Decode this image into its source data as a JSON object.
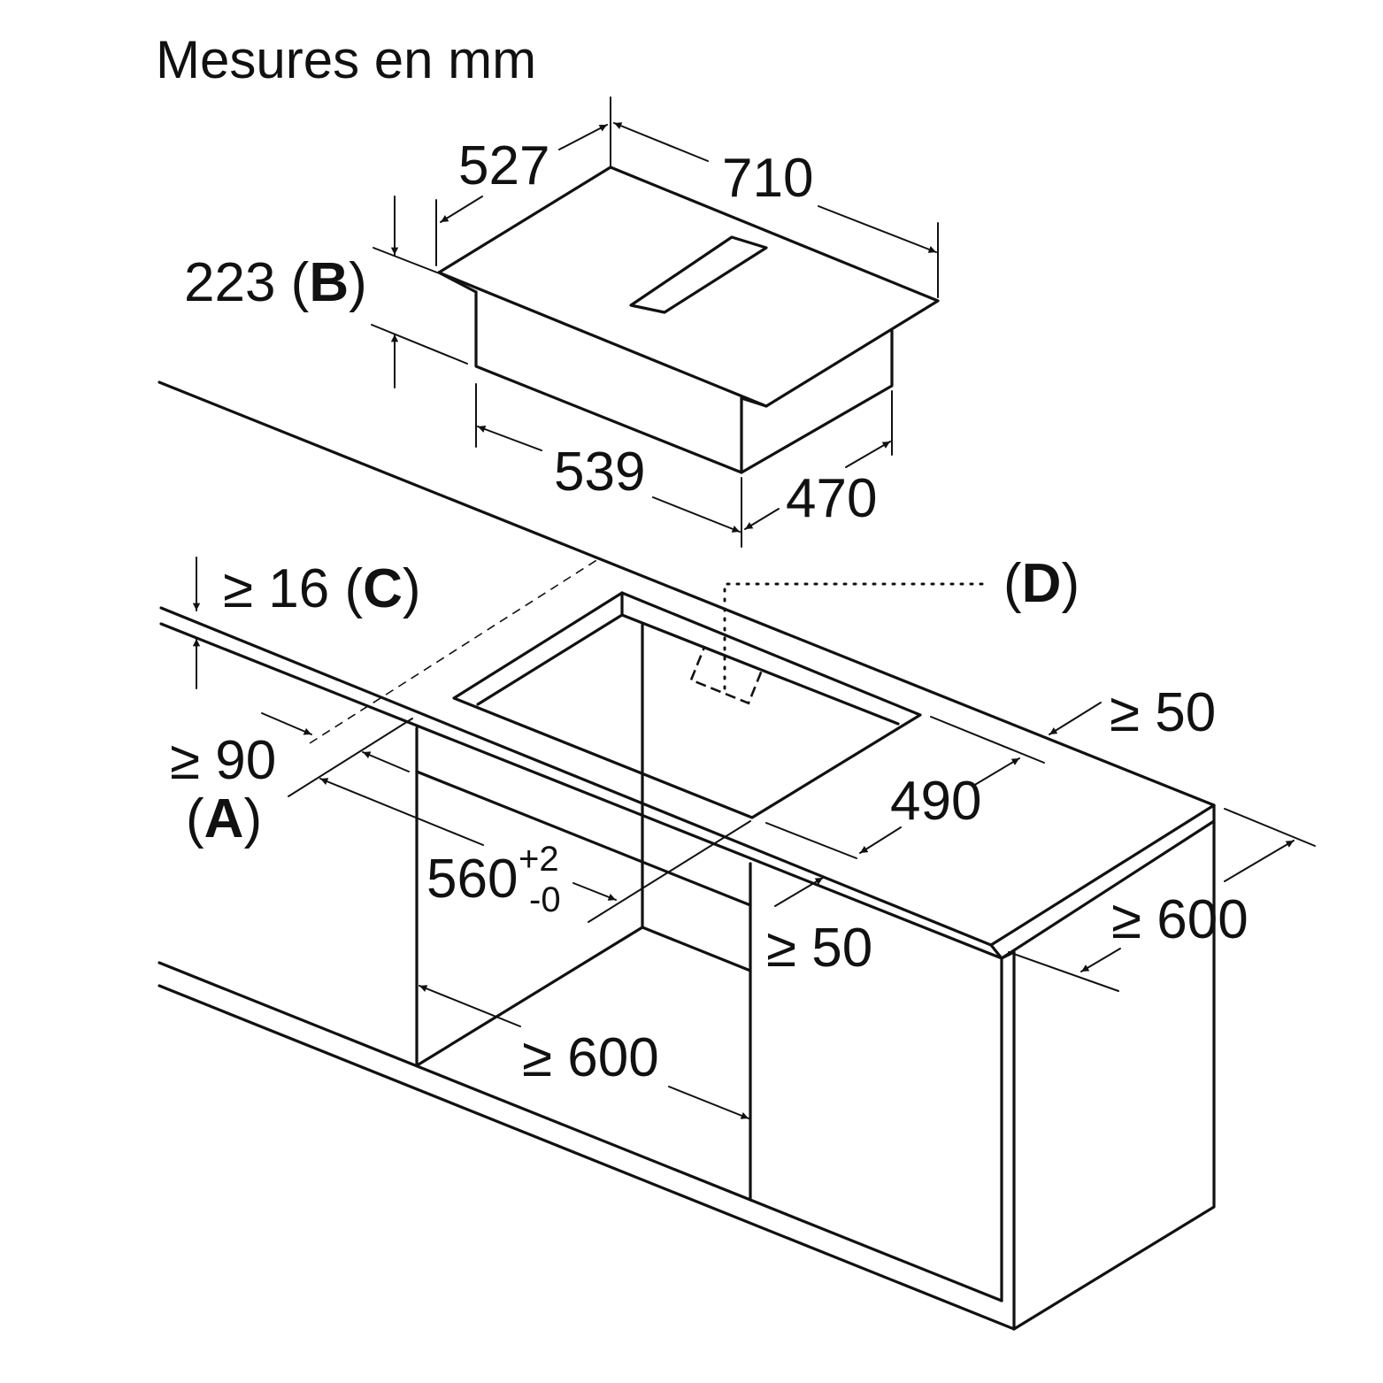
{
  "title": "Mesures en mm",
  "hob": {
    "width": "710",
    "depth": "527",
    "height": "223",
    "height_ref": "B",
    "box_width": "539",
    "box_depth": "470"
  },
  "worktop": {
    "thickness": "≥ 16",
    "thickness_ref": "C",
    "front_distance": "≥ 90",
    "front_distance_ref": "A",
    "cutout_width": "560",
    "cutout_tol_plus": "+2",
    "cutout_tol_minus": "-0",
    "cutout_depth": "490",
    "rear_distance": "≥ 50",
    "side_distance": "≥ 50",
    "worktop_depth": "≥ 600",
    "cabinet_width": "≥ 600",
    "duct_ref": "D"
  },
  "colors": {
    "line": "#111111",
    "background": "#ffffff"
  }
}
